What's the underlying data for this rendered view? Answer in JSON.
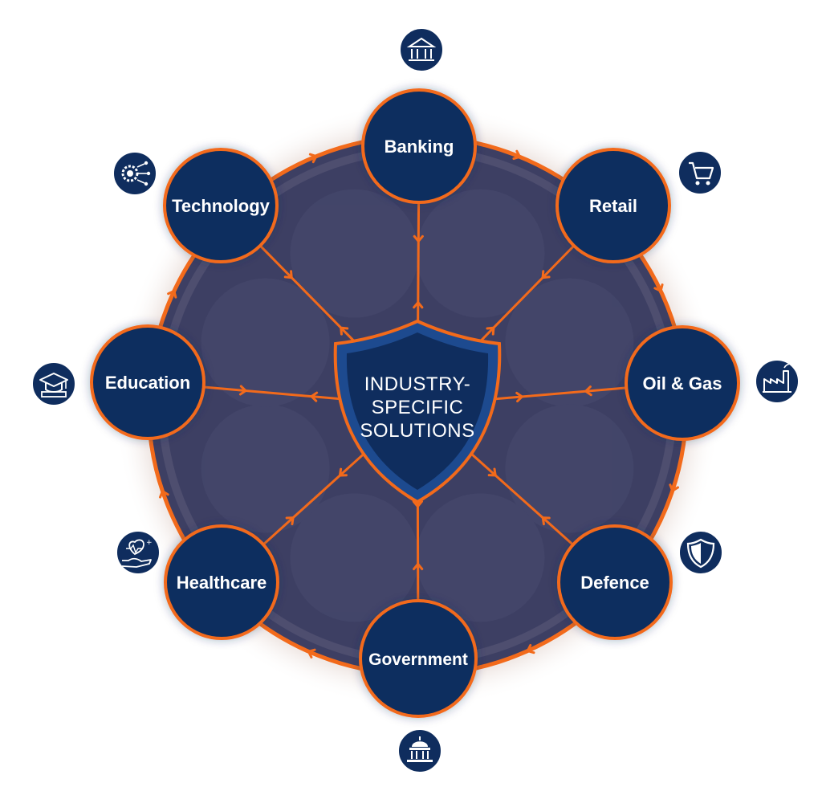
{
  "center": {
    "lines": [
      "INDUSTRY-",
      "SPECIFIC",
      "SOLUTIONS"
    ]
  },
  "nodes": [
    {
      "id": "banking",
      "label": "Banking",
      "icon": "bank-building-icon"
    },
    {
      "id": "retail",
      "label": "Retail",
      "icon": "shopping-cart-icon"
    },
    {
      "id": "oil-gas",
      "label": "Oil & Gas",
      "icon": "factory-icon"
    },
    {
      "id": "defence",
      "label": "Defence",
      "icon": "shield-icon"
    },
    {
      "id": "government",
      "label": "Government",
      "icon": "capitol-building-icon"
    },
    {
      "id": "healthcare",
      "label": "Healthcare",
      "icon": "heart-hand-icon"
    },
    {
      "id": "education",
      "label": "Education",
      "icon": "graduation-cap-icon"
    },
    {
      "id": "technology",
      "label": "Technology",
      "icon": "gear-circuit-icon"
    }
  ],
  "colors": {
    "navy": "#0f2d5e",
    "orange": "#f26a1b",
    "ring_fill": "#3d3f63",
    "halo": "#c9a99a"
  }
}
